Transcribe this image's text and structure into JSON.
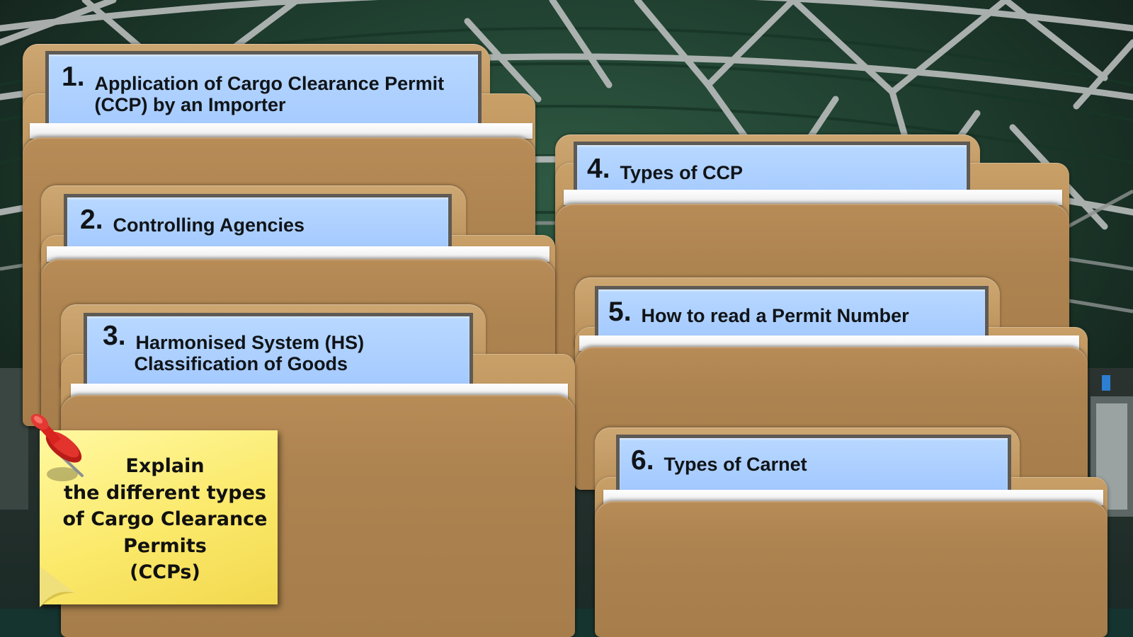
{
  "folders": [
    {
      "number": "1.",
      "title_lines": [
        "Application of Cargo Clearance Permit",
        "(CCP) by an Importer"
      ]
    },
    {
      "number": "2.",
      "title_lines": [
        "Controlling Agencies"
      ]
    },
    {
      "number": "3.",
      "title_lines": [
        "Harmonised System (HS)",
        "Classification of Goods"
      ]
    },
    {
      "number": "4.",
      "title_lines": [
        "Types of CCP"
      ]
    },
    {
      "number": "5.",
      "title_lines": [
        "How to read a Permit Number"
      ]
    },
    {
      "number": "6.",
      "title_lines": [
        "Types of Carnet"
      ]
    }
  ],
  "sticky_note": {
    "lines": [
      "Explain",
      "the different types",
      "of Cargo Clearance",
      "Permits",
      "(CCPs)"
    ]
  },
  "colors": {
    "folder": "#b58b55",
    "label": "#a2c8ff",
    "note": "#fbe96a",
    "pin": "#d8231f"
  },
  "icons": {
    "pin": "pushpin-icon"
  }
}
